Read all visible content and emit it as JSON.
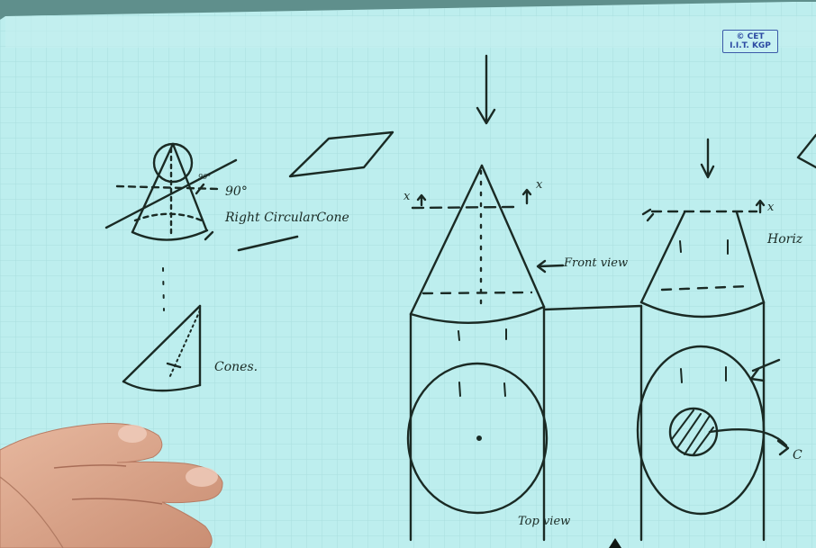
{
  "logo": {
    "line1": "© CET",
    "line2": "I.I.T. KGP"
  },
  "labels": {
    "angle": "90°",
    "small_angle": "90°",
    "right_circular_cone": "Right CircularCone",
    "cones": "Cones.",
    "front_view": "Front view",
    "top_view": "Top view",
    "horizontal": "Horiz",
    "x_left": "x",
    "x_right": "x",
    "x_right2": "x",
    "cut_label": "C"
  },
  "colors": {
    "board": "#bdeeee",
    "grid": "#a9dede",
    "ink": "#1a2a24",
    "logo_ink": "#2c4aa2",
    "skin": "#d9a48a"
  }
}
